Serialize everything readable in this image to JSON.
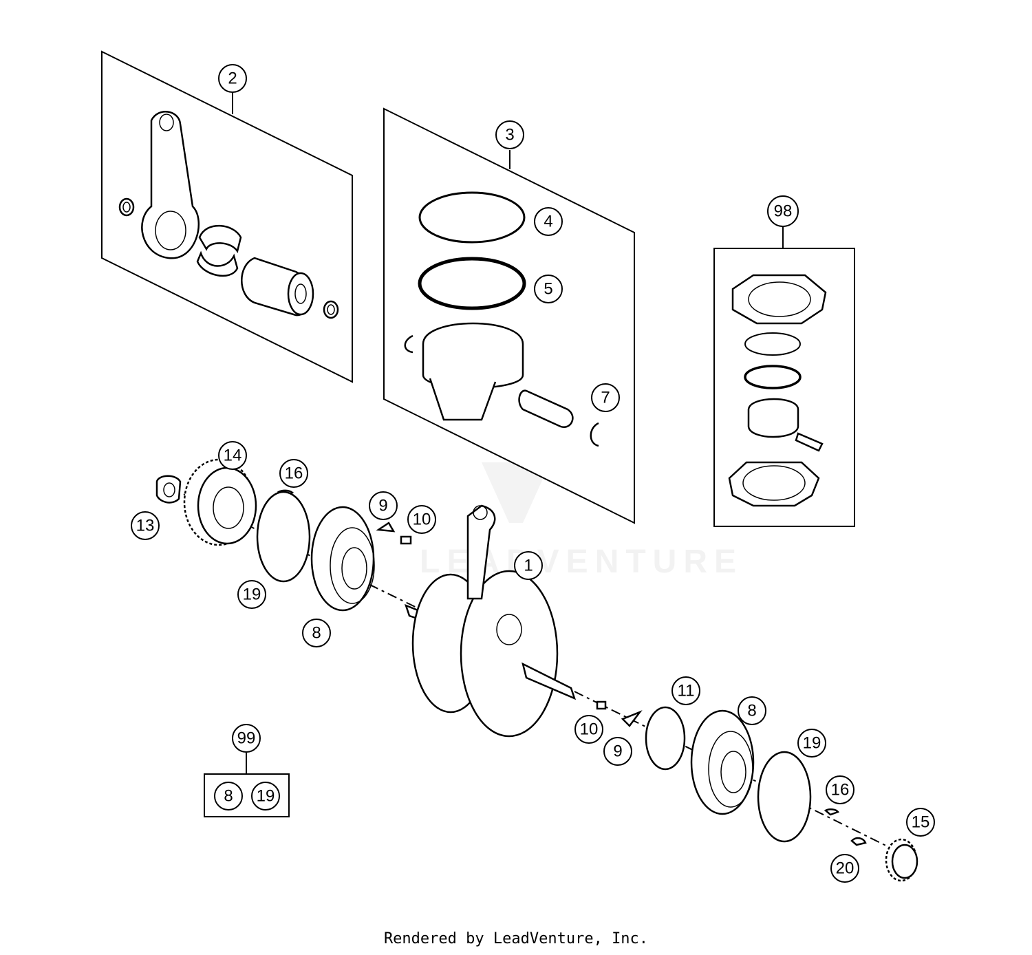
{
  "footer": "Rendered by LeadVenture, Inc.",
  "watermark": "LEADVENTURE",
  "callouts": [
    "1",
    "2",
    "3",
    "4",
    "5",
    "7",
    "98",
    "14",
    "16",
    "13",
    "9",
    "10",
    "19",
    "8",
    "99",
    "8",
    "19",
    "11",
    "8",
    "10",
    "9",
    "19",
    "16",
    "15",
    "20"
  ]
}
